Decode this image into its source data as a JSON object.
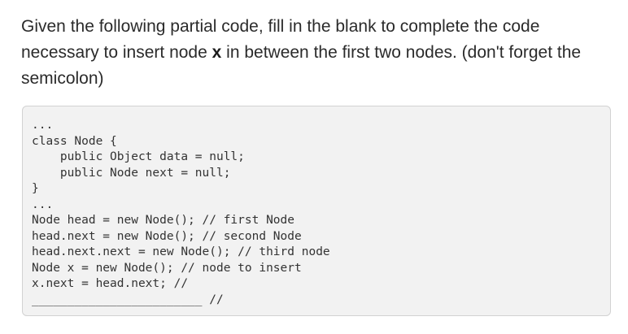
{
  "question": {
    "text_before": "Given the following partial code, fill in the blank to complete the code necessary to insert node ",
    "bold_var": "x",
    "text_after": " in between the first two nodes. (don't forget the semicolon)"
  },
  "code": {
    "lines": [
      "...",
      "class Node {",
      "    public Object data = null;",
      "    public Node next = null;",
      "}",
      "...",
      "Node head = new Node(); // first Node",
      "head.next = new Node(); // second Node",
      "head.next.next = new Node(); // third node",
      "Node x = new Node(); // node to insert",
      "x.next = head.next; //",
      "________________________ //"
    ]
  }
}
